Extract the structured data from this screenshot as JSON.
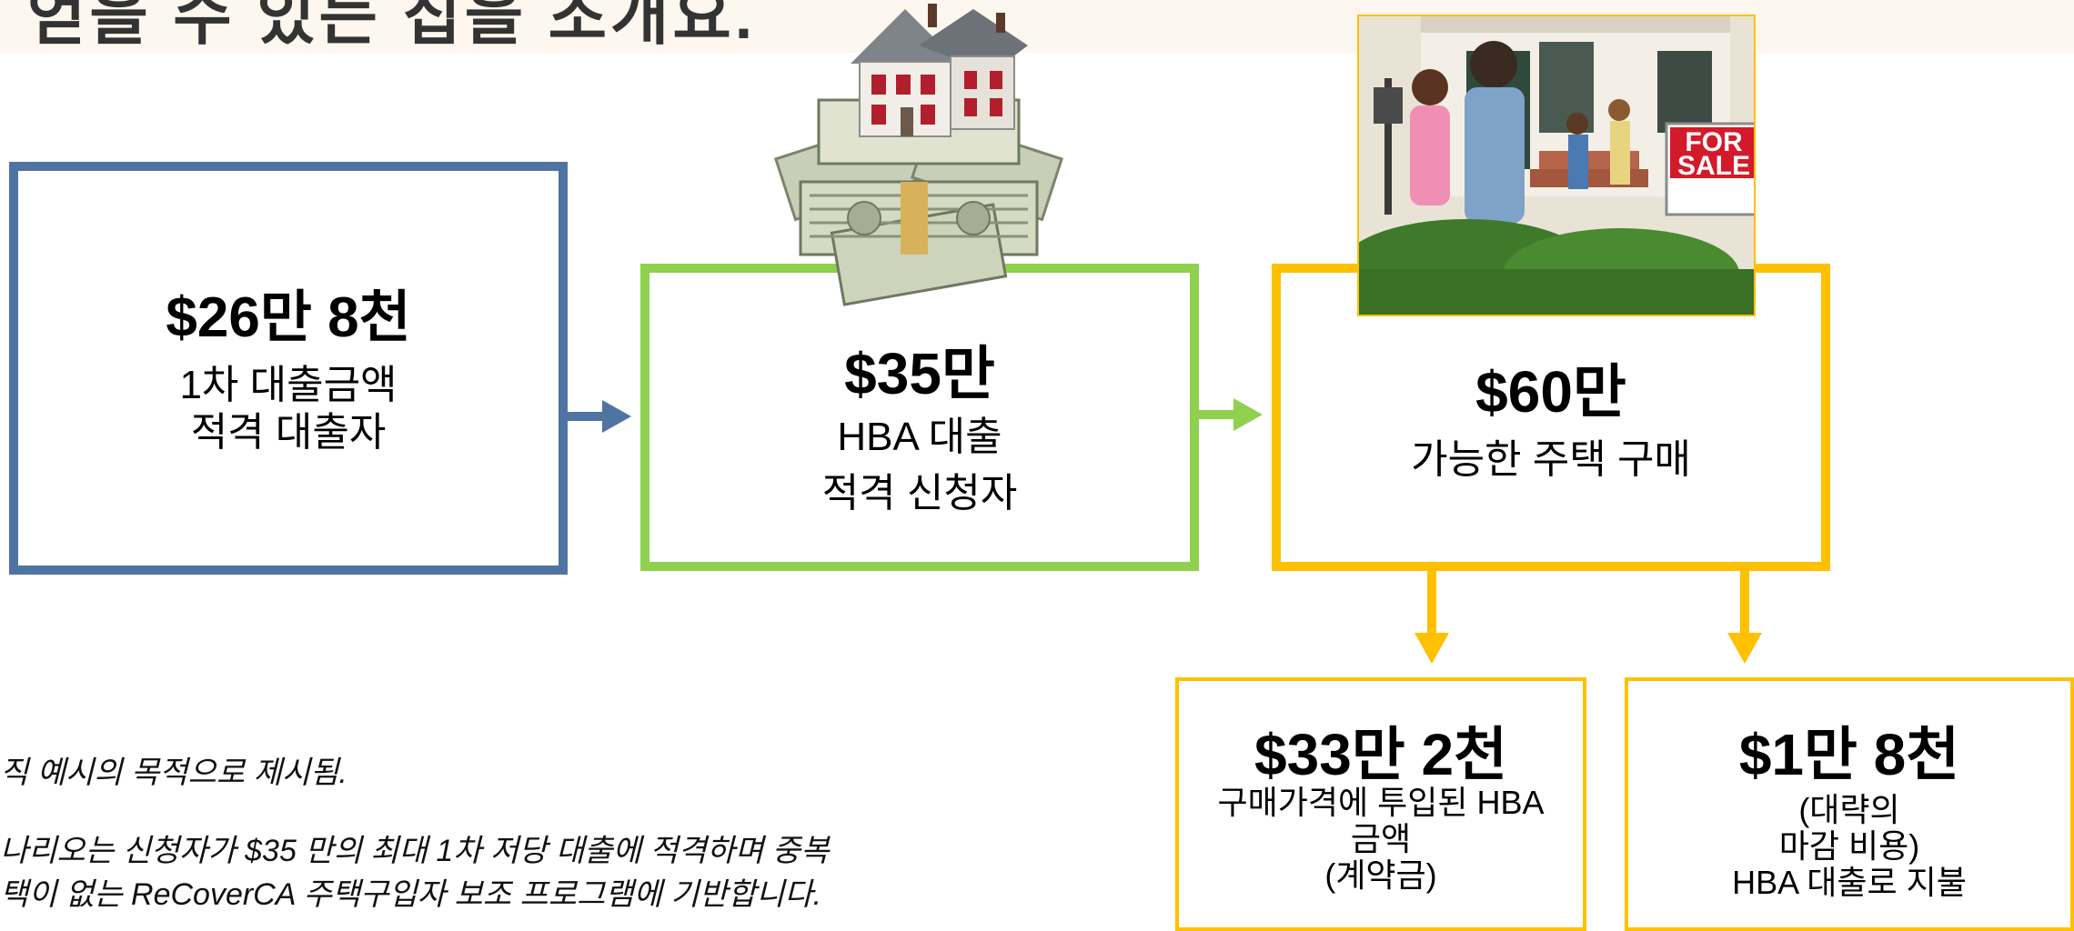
{
  "title": "얻을 수 있는 집을 조개요.",
  "boxes": [
    {
      "amount": "$26만 8천",
      "desc": [
        "1차 대출금액",
        "적격 대출자"
      ],
      "color": "#4f74a3"
    },
    {
      "amount": "$35만",
      "desc": [
        "HBA 대출",
        "적격 신청자"
      ],
      "color": "#8fd14f"
    },
    {
      "amount": "$60만",
      "desc": [
        "가능한 주택 구매"
      ],
      "color": "#ffc000"
    },
    {
      "amount": "$33만 2천",
      "desc": [
        "구매가격에 투입된 HBA",
        "금액",
        "(계약금)"
      ],
      "color": "#ffc000"
    },
    {
      "amount": "$1만 8천",
      "desc": [
        "(대략의",
        "마감 비용)",
        "HBA 대출로 지불"
      ],
      "color": "#ffc000"
    }
  ],
  "notes": [
    "직 예시의 목적으로 제시됨.",
    "나리오는 신청자가 $35 만의 최대 1차 저당 대출에 적격하며 중복",
    "택이 없는 ReCoverCA 주택구입자 보조 프로그램에 기반합니다."
  ],
  "images": {
    "money_house": "house-on-money-icon",
    "family_photo": "family-home-photo",
    "sign_text": "FOR SALE"
  }
}
